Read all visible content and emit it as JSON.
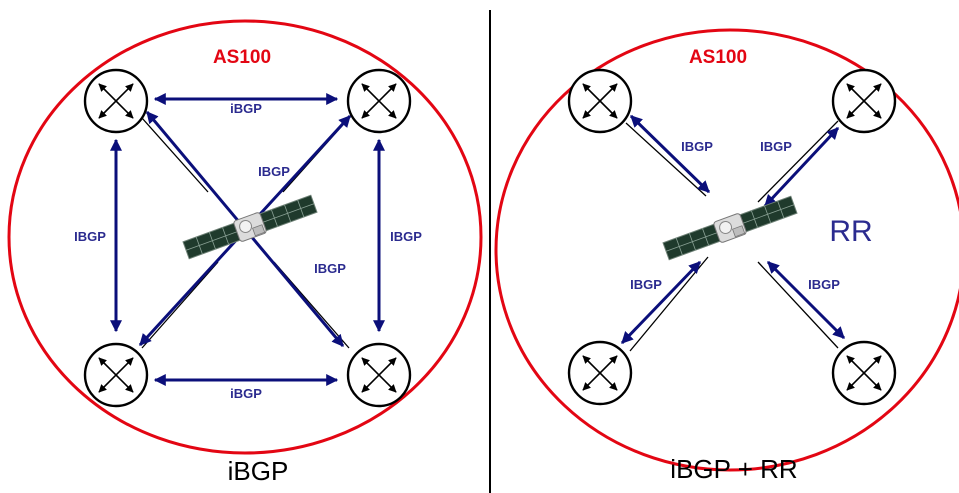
{
  "colors": {
    "as_boundary": "#e30613",
    "session_arrow": "#0b0f7a",
    "router_outline": "#000000",
    "label_text": "#2b2b8f",
    "divider": "#000000"
  },
  "left_panel": {
    "as_label": "AS100",
    "caption": "iBGP",
    "sessions": [
      {
        "label": "iBGP",
        "icon": "double-arrow-icon"
      },
      {
        "label": "IBGP",
        "icon": "double-arrow-icon"
      },
      {
        "label": "IBGP",
        "icon": "double-arrow-icon"
      },
      {
        "label": "IBGP",
        "icon": "double-arrow-icon"
      },
      {
        "label": "IBGP",
        "icon": "double-arrow-icon"
      },
      {
        "label": "iBGP",
        "icon": "double-arrow-icon"
      }
    ],
    "routers": [
      "router-icon",
      "router-icon",
      "router-icon",
      "router-icon"
    ],
    "hub_icon": "satellite-icon"
  },
  "right_panel": {
    "as_label": "AS100",
    "caption": "iBGP + RR",
    "rr_label": "RR",
    "sessions": [
      {
        "label": "IBGP",
        "icon": "double-arrow-icon"
      },
      {
        "label": "IBGP",
        "icon": "double-arrow-icon"
      },
      {
        "label": "IBGP",
        "icon": "double-arrow-icon"
      },
      {
        "label": "IBGP",
        "icon": "double-arrow-icon"
      }
    ],
    "routers": [
      "router-icon",
      "router-icon",
      "router-icon",
      "router-icon"
    ],
    "hub_icon": "satellite-icon"
  }
}
